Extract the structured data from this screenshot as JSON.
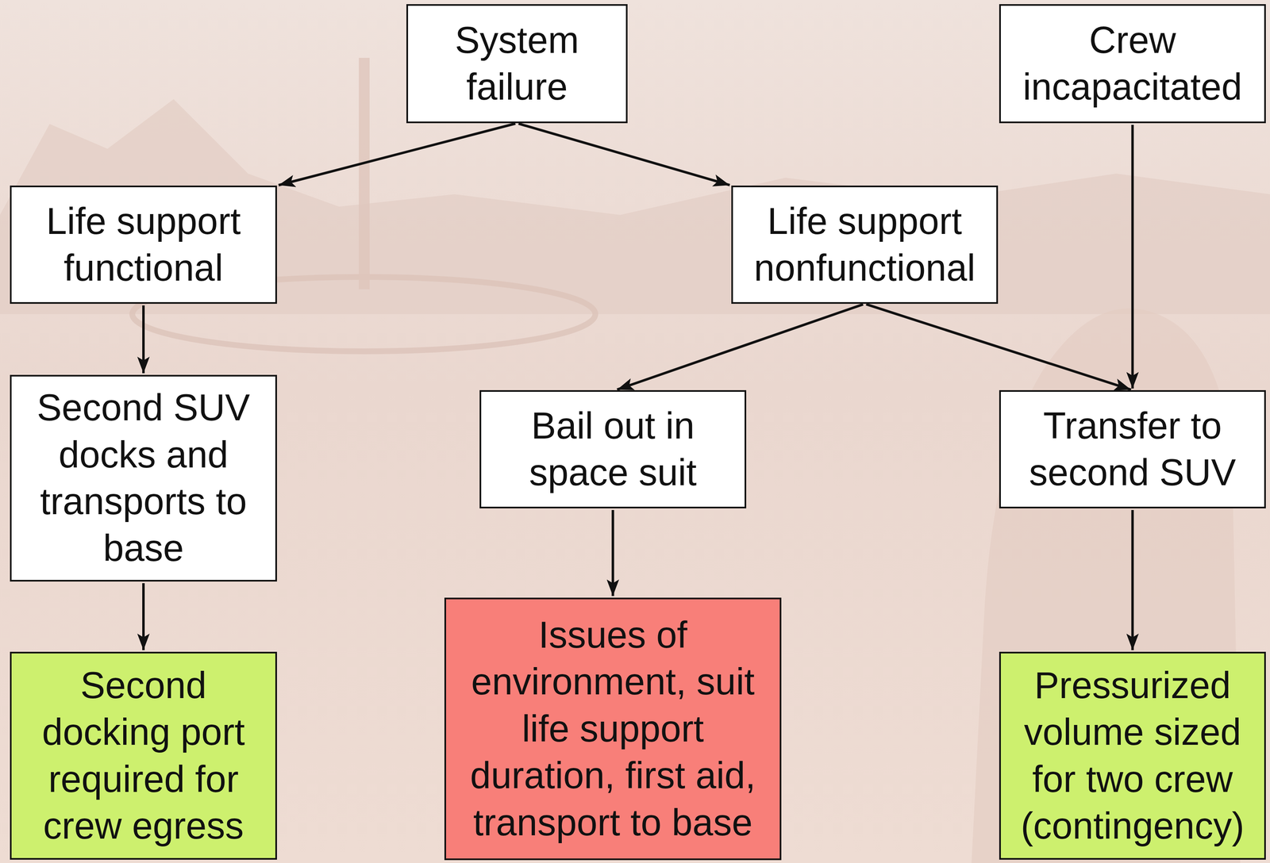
{
  "diagram": {
    "nodes": [
      {
        "text": [
          "System failure"
        ]
      },
      {
        "text": [
          "Crew incapacitated"
        ]
      },
      {
        "text": [
          "Life support functional"
        ]
      },
      {
        "text": [
          "Life support nonfunctional"
        ]
      },
      {
        "text": [
          "Second SUV docks and transports to base"
        ]
      },
      {
        "text": [
          "Bail out in space suit"
        ]
      },
      {
        "text": [
          "Transfer to second SUV"
        ]
      },
      {
        "text": [
          "Second docking port required for crew egress"
        ]
      },
      {
        "text": [
          "Issues of environment, suit life support duration, first aid, transport to base"
        ]
      },
      {
        "text": [
          "Pressurized volume sized for two crew (contingency)"
        ]
      }
    ],
    "edges": [
      {
        "from": 0,
        "to": 2,
        "arrow": "to"
      },
      {
        "from": 0,
        "to": 3,
        "arrow": "to"
      },
      {
        "from": 2,
        "to": 4,
        "arrow": "to"
      },
      {
        "from": 4,
        "to": 7,
        "arrow": "to"
      },
      {
        "from": 3,
        "to": 5,
        "arrow": "to"
      },
      {
        "from": 3,
        "to": 6,
        "arrow": "to"
      },
      {
        "from": 1,
        "to": 6,
        "arrow": "to"
      },
      {
        "from": 5,
        "to": 8,
        "arrow": "to"
      },
      {
        "from": 6,
        "to": 9,
        "arrow": "to"
      }
    ]
  }
}
